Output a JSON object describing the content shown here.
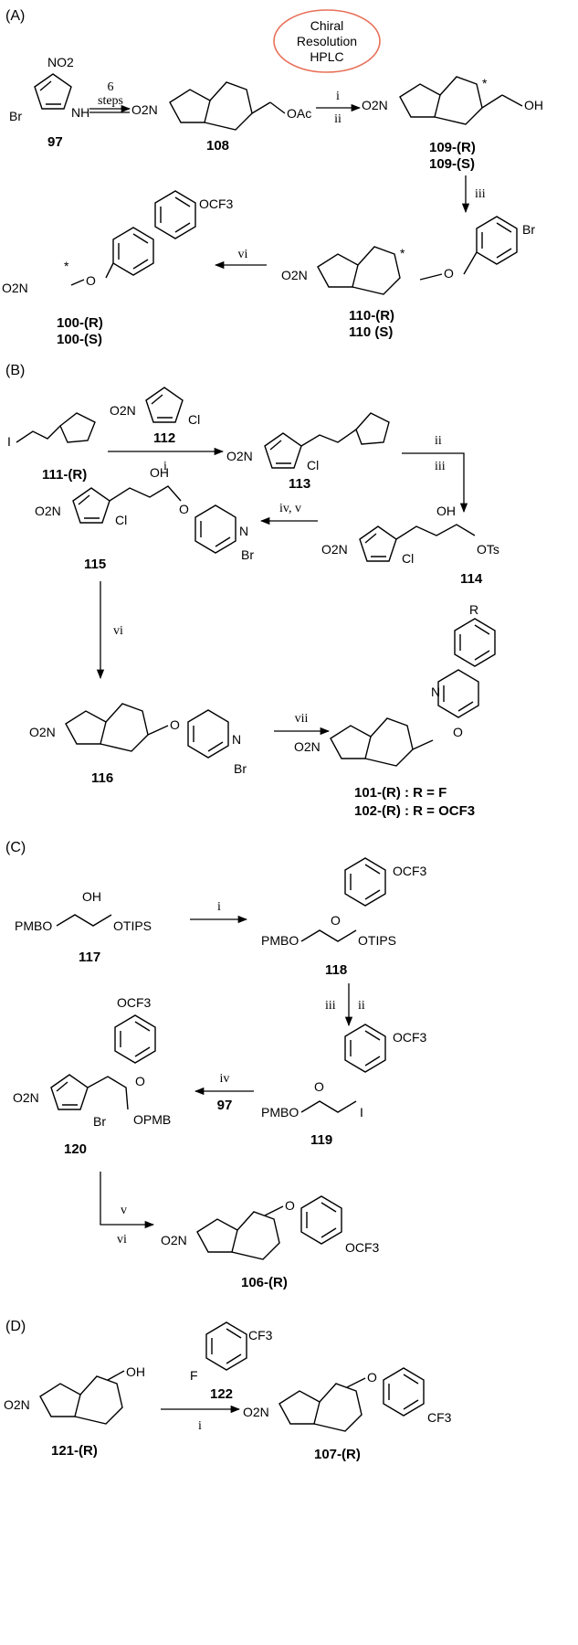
{
  "panels": {
    "A": {
      "label": "(A)",
      "badge": [
        "Chiral",
        "Resolution",
        "HPLC"
      ],
      "compounds": {
        "c97": "97",
        "c108": "108",
        "c109r": "109-(R)",
        "c109s": "109-(S)",
        "c110r": "110-(R)",
        "c110s": "110 (S)",
        "c100r": "100-(R)",
        "c100s": "100-(S)"
      },
      "conditions": {
        "steps_n": "6",
        "steps_word": "steps",
        "i": "i",
        "ii": "ii",
        "iii": "iii",
        "vi": "vi"
      }
    },
    "B": {
      "label": "(B)",
      "compounds": {
        "c111": "111-(R)",
        "c112": "112",
        "c113": "113",
        "c114": "114",
        "c115": "115",
        "c116": "116",
        "c101": "101-(R) : R = F",
        "c102": "102-(R) : R = OCF3"
      },
      "conditions": {
        "i": "i",
        "ii": "ii",
        "iii": "iii",
        "iv_v": "iv, v",
        "vi": "vi",
        "vii": "vii"
      }
    },
    "C": {
      "label": "(C)",
      "compounds": {
        "c117": "117",
        "c118": "118",
        "c119": "119",
        "c120": "120",
        "c106": "106-(R)",
        "r97": "97"
      },
      "conditions": {
        "i": "i",
        "iii": "iii",
        "ii": "ii",
        "iv": "iv",
        "v": "v",
        "vi": "vi"
      }
    },
    "D": {
      "label": "(D)",
      "compounds": {
        "c121": "121-(R)",
        "c122": "122",
        "c107": "107-(R)"
      },
      "conditions": {
        "i": "i"
      }
    }
  },
  "groups": {
    "o2n": "O2N",
    "no2": "NO2",
    "br": "Br",
    "nh": "NH",
    "n": "N",
    "o": "O",
    "oac": "OAc",
    "oh": "OH",
    "ocf3": "OCF3",
    "cl": "Cl",
    "i": "I",
    "ots": "OTs",
    "pmbo": "PMBO",
    "otips": "OTIPS",
    "opmb": "OPMB",
    "cf3": "CF3",
    "f": "F",
    "r": "R",
    "star": "*"
  }
}
